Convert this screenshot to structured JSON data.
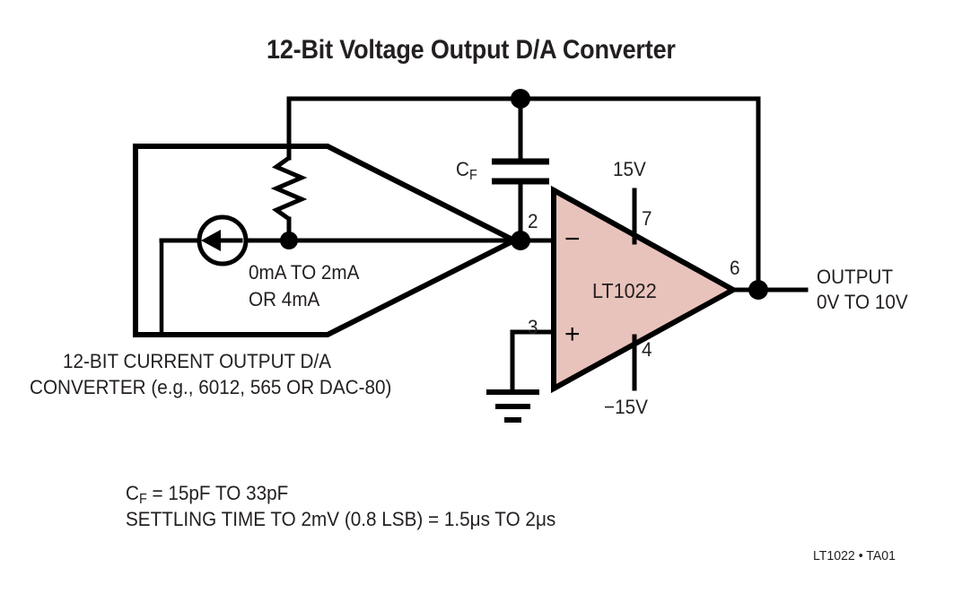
{
  "title": "12-Bit Voltage Output D/A Converter",
  "opamp": {
    "part": "LT1022",
    "inverting_sign": "−",
    "noninverting_sign": "+",
    "pins": {
      "inverting": "2",
      "noninverting": "3",
      "output": "6",
      "vpos": "7",
      "vneg": "4"
    },
    "supplies": {
      "positive": "15V",
      "negative": "−15V"
    },
    "fill_color": "#e8c3bb",
    "stroke_color": "#000000"
  },
  "feedback_cap": {
    "name_main": "C",
    "name_sub": "F"
  },
  "dac_block": {
    "current_label_line1": "0mA TO 2mA",
    "current_label_line2": "OR 4mA",
    "caption_line1": "12-BIT CURRENT OUTPUT D/A",
    "caption_line2": "CONVERTER (e.g., 6012, 565 OR DAC-80)"
  },
  "output": {
    "label_line1": "OUTPUT",
    "label_line2": "0V TO 10V"
  },
  "notes": {
    "line1_main": "C",
    "line1_sub": "F",
    "line1_rest": " = 15pF TO 33pF",
    "line2": "SETTLING TIME TO 2mV (0.8 LSB) = 1.5μs TO 2μs"
  },
  "footer": {
    "ref": "LT1022 • TA01"
  }
}
